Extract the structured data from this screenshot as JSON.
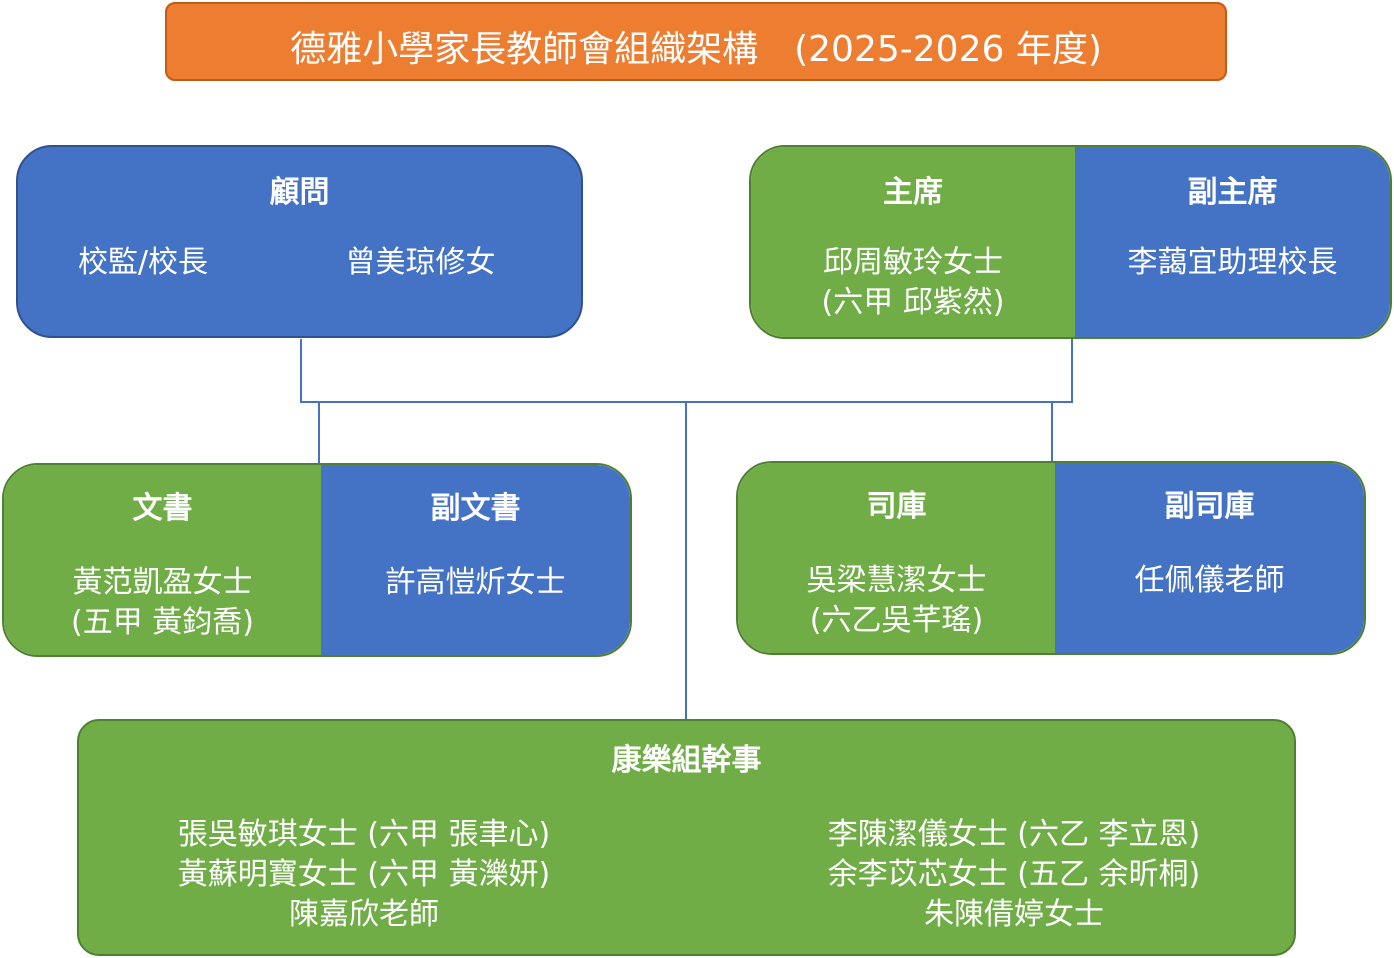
{
  "title": "德雅小學家長教師會組織架構　(2025-2026 年度)",
  "colors": {
    "orange": "#ED7D31",
    "blue": "#4472C4",
    "green": "#70AD47"
  },
  "advisor": {
    "heading": "顧問",
    "members": [
      "校監/校長",
      "曾美琼修女"
    ]
  },
  "chair": {
    "heading": "主席",
    "name": "邱周敏玲女士",
    "note": "(六甲  邱紫然)"
  },
  "vice_chair": {
    "heading": "副主席",
    "name": "李藹宜助理校長"
  },
  "secretary": {
    "heading": "文書",
    "name": "黃范凱盈女士",
    "note": "(五甲  黃鈞喬)"
  },
  "vice_secretary": {
    "heading": "副文書",
    "name": "許高愷炘女士"
  },
  "treasurer": {
    "heading": "司庫",
    "name": "吳梁慧潔女士",
    "note": "(六乙吳芊瑤)"
  },
  "vice_treasurer": {
    "heading": "副司庫",
    "name": "任佩儀老師"
  },
  "recreation": {
    "heading": "康樂組幹事",
    "left": [
      "張吳敏琪女士 (六甲 張聿心)",
      "黃蘇明寶女士 (六甲 黃濼妍)",
      "陳嘉欣老師"
    ],
    "right": [
      "李陳潔儀女士 (六乙 李立恩)",
      "余李苡芯女士 (五乙 余昕桐)",
      "朱陳倩婷女士"
    ]
  }
}
